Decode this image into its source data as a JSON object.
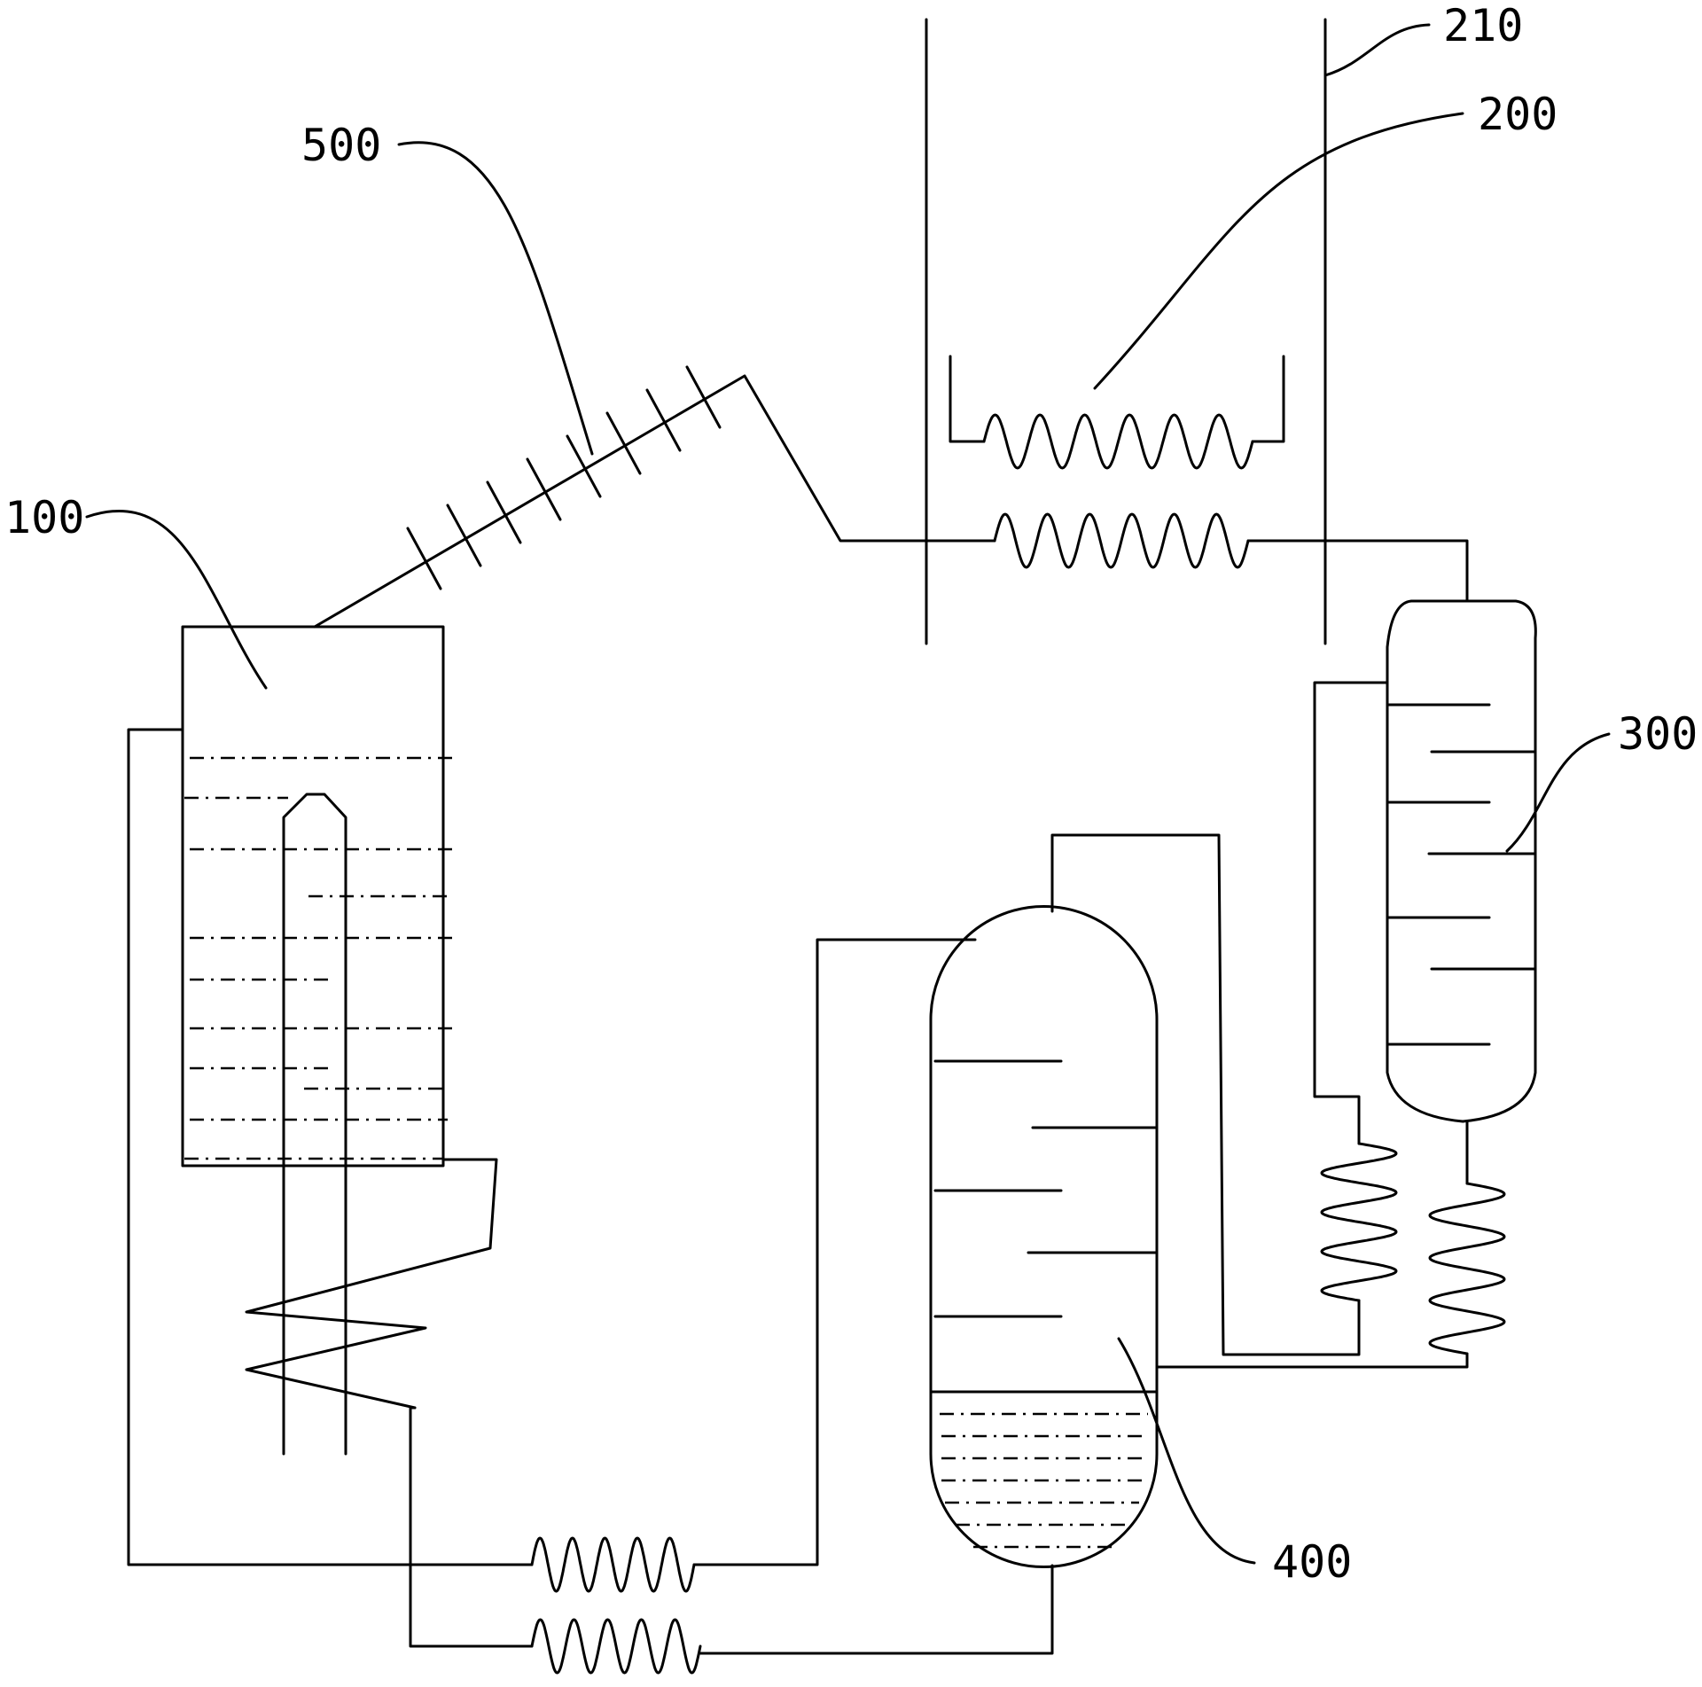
{
  "labels": {
    "l100": "100",
    "l200": "200",
    "l210": "210",
    "l300": "300",
    "l400": "400",
    "l500": "500"
  },
  "colors": {
    "stroke": "#000000",
    "background": "#ffffff"
  }
}
